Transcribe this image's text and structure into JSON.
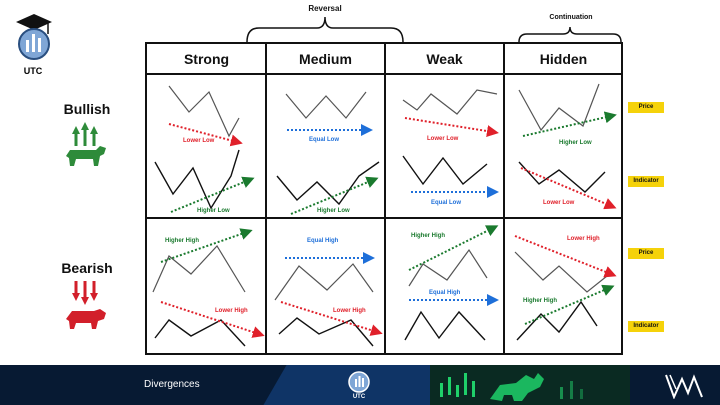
{
  "logo": {
    "text": "UTC"
  },
  "header": {
    "reversal": "Reversal",
    "continuation": "Continuation"
  },
  "columns": [
    "Strong",
    "Medium",
    "Weak",
    "Hidden"
  ],
  "rows": {
    "bullish": "Bullish",
    "bearish": "Bearish"
  },
  "tags": {
    "price": "Price",
    "indicator": "Indicator"
  },
  "cells": {
    "bull_strong": {
      "price": "Lower Low",
      "indicator": "Higher Low"
    },
    "bull_medium": {
      "price": "Equal Low",
      "indicator": "Higher Low"
    },
    "bull_weak": {
      "price": "Lower Low",
      "indicator": "Equal Low"
    },
    "bull_hidden": {
      "price": "Higher Low",
      "indicator": "Lower Low"
    },
    "bear_strong": {
      "price": "Higher High",
      "indicator": "Lower High"
    },
    "bear_medium": {
      "price": "Equal High",
      "indicator": "Lower High"
    },
    "bear_weak": {
      "price": "Higher High",
      "indicator": "Equal High"
    },
    "bear_hidden": {
      "price": "Lower High",
      "indicator": "Higher High"
    }
  },
  "colors": {
    "red": "#e0202a",
    "green": "#1a7a2e",
    "blue": "#1e6fd9",
    "tag": "#f5d20a",
    "footer": "#071a33"
  },
  "footer": {
    "title": "Divergences",
    "logo_text": "UTC"
  }
}
